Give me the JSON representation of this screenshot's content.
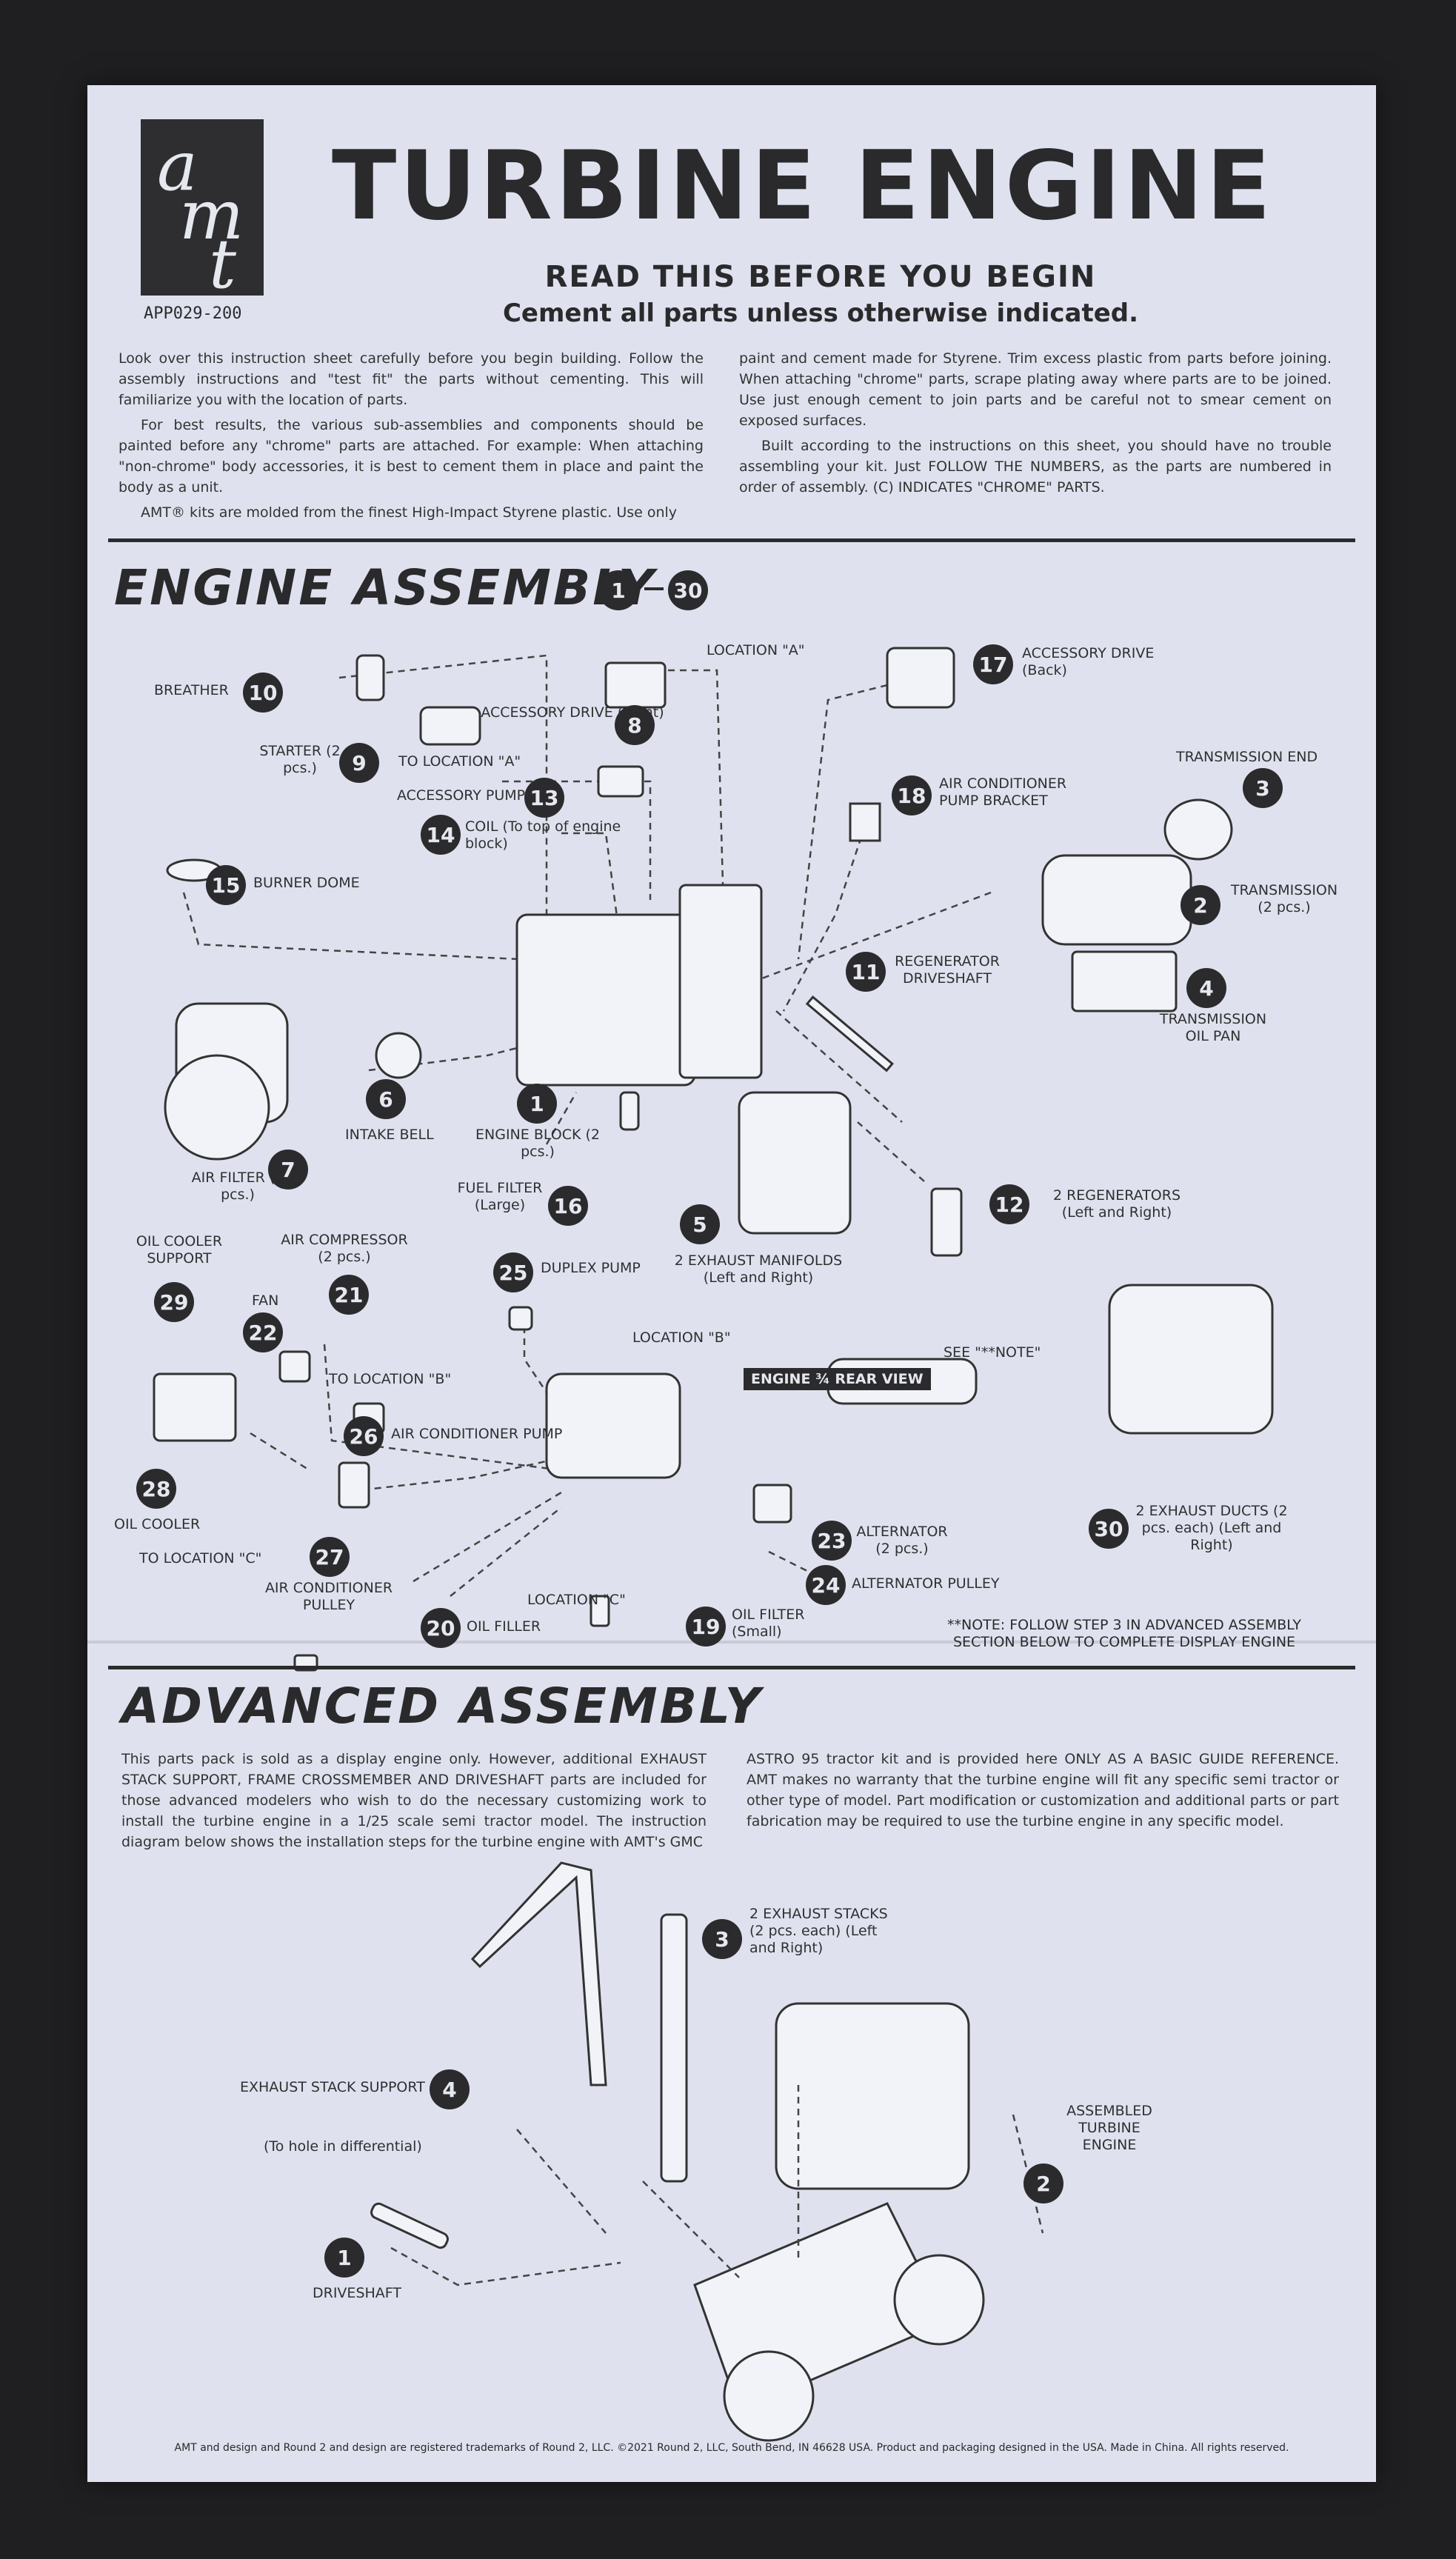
{
  "header": {
    "logo": [
      "a",
      "m",
      "t"
    ],
    "code": "APP029-200",
    "title": "TURBINE ENGINE",
    "subtitle": "READ THIS BEFORE YOU BEGIN",
    "cement_note": "Cement all parts unless otherwise indicated."
  },
  "intro": {
    "left": [
      "Look over this instruction sheet carefully before you begin building. Follow the assembly instructions and \"test fit\" the parts without cementing. This will familiarize you with the location of parts.",
      "For best results, the various sub-assemblies and components should be painted before any \"chrome\" parts are attached. For example: When attaching \"non-chrome\" body accessories, it is best to cement them in place and paint the body as a unit.",
      "AMT® kits are molded from the finest High-Impact Styrene plastic. Use only"
    ],
    "right": [
      "paint and cement made for Styrene. Trim excess plastic from parts before joining. When attaching \"chrome\" parts, scrape plating away where parts are to be joined. Use just enough cement to join parts and be careful not to smear cement on exposed surfaces.",
      "Built according to the instructions on this sheet, you should have no trouble assembling your kit. Just FOLLOW THE NUMBERS, as the parts are numbered in order of assembly. (C) INDICATES \"CHROME\" PARTS."
    ]
  },
  "engine_assembly": {
    "title": "ENGINE ASSEMBLY",
    "range_start": "1",
    "range_end": "30",
    "rear_view_tag": "ENGINE ¾ REAR VIEW",
    "note": "**NOTE: FOLLOW STEP 3 IN ADVANCED ASSEMBLY SECTION BELOW TO COMPLETE DISPLAY ENGINE",
    "labels": [
      {
        "num": "10",
        "text": "BREATHER"
      },
      {
        "num": "9",
        "text": "STARTER (2 pcs.)"
      },
      {
        "num": "",
        "text": "TO LOCATION \"A\""
      },
      {
        "num": "8",
        "text": "ACCESSORY DRIVE (Front)"
      },
      {
        "num": "",
        "text": "LOCATION \"A\""
      },
      {
        "num": "17",
        "text": "ACCESSORY DRIVE (Back)"
      },
      {
        "num": "13",
        "text": "ACCESSORY PUMP"
      },
      {
        "num": "14",
        "text": "COIL (To top of engine block)"
      },
      {
        "num": "18",
        "text": "AIR CONDITIONER PUMP BRACKET"
      },
      {
        "num": "3",
        "text": "TRANSMISSION END"
      },
      {
        "num": "15",
        "text": "BURNER DOME"
      },
      {
        "num": "2",
        "text": "TRANSMISSION (2 pcs.)"
      },
      {
        "num": "11",
        "text": "REGENERATOR DRIVESHAFT"
      },
      {
        "num": "4",
        "text": "TRANSMISSION OIL PAN"
      },
      {
        "num": "6",
        "text": "INTAKE BELL"
      },
      {
        "num": "1",
        "text": "ENGINE BLOCK (2 pcs.)"
      },
      {
        "num": "7",
        "text": "AIR FILTER (2 pcs.)"
      },
      {
        "num": "16",
        "text": "FUEL FILTER (Large)"
      },
      {
        "num": "5",
        "text": "2 EXHAUST MANIFOLDS (Left and Right)"
      },
      {
        "num": "12",
        "text": "2 REGENERATORS (Left and Right)"
      },
      {
        "num": "29",
        "text": "OIL COOLER SUPPORT"
      },
      {
        "num": "21",
        "text": "AIR COMPRESSOR (2 pcs.)"
      },
      {
        "num": "22",
        "text": "FAN"
      },
      {
        "num": "25",
        "text": "DUPLEX PUMP"
      },
      {
        "num": "",
        "text": "LOCATION \"B\""
      },
      {
        "num": "",
        "text": "TO LOCATION \"B\""
      },
      {
        "num": "",
        "text": "SEE \"**NOTE\""
      },
      {
        "num": "26",
        "text": "AIR CONDITIONER PUMP"
      },
      {
        "num": "28",
        "text": "OIL COOLER"
      },
      {
        "num": "",
        "text": "TO LOCATION \"C\""
      },
      {
        "num": "27",
        "text": "AIR CONDITIONER PULLEY"
      },
      {
        "num": "",
        "text": "LOCATION \"C\""
      },
      {
        "num": "23",
        "text": "ALTERNATOR (2 pcs.)"
      },
      {
        "num": "24",
        "text": "ALTERNATOR PULLEY"
      },
      {
        "num": "30",
        "text": "2 EXHAUST DUCTS (2 pcs. each) (Left and Right)"
      },
      {
        "num": "20",
        "text": "OIL FILLER"
      },
      {
        "num": "19",
        "text": "OIL FILTER (Small)"
      }
    ]
  },
  "advanced_assembly": {
    "title": "ADVANCED ASSEMBLY",
    "left": "This parts pack is sold as a display engine only. However, additional EXHAUST STACK SUPPORT, FRAME CROSSMEMBER AND DRIVESHAFT parts are included for those advanced modelers who wish to do the necessary customizing work to install the turbine engine in a 1/25 scale semi tractor model. The instruction diagram below shows the installation steps for the turbine engine with AMT's GMC",
    "right": "ASTRO 95 tractor kit and is provided here ONLY AS A BASIC GUIDE REFERENCE. AMT makes no warranty that the turbine engine will fit any specific semi tractor or other type of model. Part modification or customization and additional parts or part fabrication may be required to use the turbine engine in any specific model.",
    "labels": [
      {
        "num": "3",
        "text": "2 EXHAUST STACKS (2 pcs. each) (Left and Right)"
      },
      {
        "num": "4",
        "text": "EXHAUST STACK SUPPORT"
      },
      {
        "num": "",
        "text": "(To hole in differential)"
      },
      {
        "num": "2",
        "text": "ASSEMBLED TURBINE ENGINE"
      },
      {
        "num": "1",
        "text": "DRIVESHAFT"
      }
    ]
  },
  "footer": "AMT and design and Round 2 and design are registered trademarks of Round 2, LLC. ©2021 Round 2, LLC, South Bend, IN 46628 USA. Product and packaging designed in the USA. Made in China. All rights reserved."
}
